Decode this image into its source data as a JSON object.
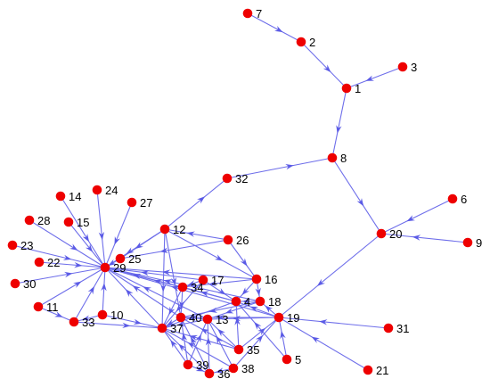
{
  "colors": {
    "node": "#ee0000",
    "edge": "#6e6eea",
    "arrow": "#5a5ae6",
    "label": "#000000",
    "background": "#ffffff"
  },
  "graph": {
    "type": "directed-network",
    "nodes": [
      {
        "id": "1",
        "label": "1"
      },
      {
        "id": "2",
        "label": "2"
      },
      {
        "id": "3",
        "label": "3"
      },
      {
        "id": "4",
        "label": "4"
      },
      {
        "id": "5",
        "label": "5"
      },
      {
        "id": "6",
        "label": "6"
      },
      {
        "id": "7",
        "label": "7"
      },
      {
        "id": "8",
        "label": "8"
      },
      {
        "id": "9",
        "label": "9"
      },
      {
        "id": "10",
        "label": "10"
      },
      {
        "id": "11",
        "label": "11"
      },
      {
        "id": "12",
        "label": "12"
      },
      {
        "id": "13",
        "label": "13"
      },
      {
        "id": "14",
        "label": "14"
      },
      {
        "id": "15",
        "label": "15"
      },
      {
        "id": "16",
        "label": "16"
      },
      {
        "id": "17",
        "label": "17"
      },
      {
        "id": "18",
        "label": "18"
      },
      {
        "id": "19",
        "label": "19"
      },
      {
        "id": "20",
        "label": "20"
      },
      {
        "id": "21",
        "label": "21"
      },
      {
        "id": "22",
        "label": "22"
      },
      {
        "id": "23",
        "label": "23"
      },
      {
        "id": "24",
        "label": "24"
      },
      {
        "id": "25",
        "label": "25"
      },
      {
        "id": "26",
        "label": "26"
      },
      {
        "id": "27",
        "label": "27"
      },
      {
        "id": "28",
        "label": "28"
      },
      {
        "id": "29",
        "label": "29"
      },
      {
        "id": "30",
        "label": "30"
      },
      {
        "id": "31",
        "label": "31"
      },
      {
        "id": "32",
        "label": "32"
      },
      {
        "id": "33",
        "label": "33"
      },
      {
        "id": "34",
        "label": "34"
      },
      {
        "id": "35",
        "label": "35"
      },
      {
        "id": "36",
        "label": "36"
      },
      {
        "id": "37",
        "label": "37"
      },
      {
        "id": "38",
        "label": "38"
      },
      {
        "id": "39",
        "label": "39"
      },
      {
        "id": "40",
        "label": "40"
      }
    ],
    "edges": [
      [
        "7",
        "2"
      ],
      [
        "2",
        "1"
      ],
      [
        "3",
        "1"
      ],
      [
        "1",
        "8"
      ],
      [
        "8",
        "20"
      ],
      [
        "6",
        "20"
      ],
      [
        "9",
        "20"
      ],
      [
        "20",
        "19"
      ],
      [
        "31",
        "19"
      ],
      [
        "21",
        "19"
      ],
      [
        "32",
        "8"
      ],
      [
        "12",
        "32"
      ],
      [
        "26",
        "12"
      ],
      [
        "26",
        "16"
      ],
      [
        "12",
        "16"
      ],
      [
        "12",
        "29"
      ],
      [
        "27",
        "29"
      ],
      [
        "24",
        "29"
      ],
      [
        "14",
        "29"
      ],
      [
        "15",
        "29"
      ],
      [
        "28",
        "29"
      ],
      [
        "23",
        "29"
      ],
      [
        "22",
        "29"
      ],
      [
        "30",
        "29"
      ],
      [
        "11",
        "29"
      ],
      [
        "33",
        "29"
      ],
      [
        "10",
        "29"
      ],
      [
        "25",
        "29"
      ],
      [
        "34",
        "29"
      ],
      [
        "17",
        "29"
      ],
      [
        "4",
        "29"
      ],
      [
        "37",
        "29"
      ],
      [
        "40",
        "29"
      ],
      [
        "13",
        "29"
      ],
      [
        "18",
        "29"
      ],
      [
        "19",
        "29"
      ],
      [
        "16",
        "29"
      ],
      [
        "12",
        "25"
      ],
      [
        "26",
        "25"
      ],
      [
        "11",
        "33"
      ],
      [
        "10",
        "33"
      ],
      [
        "33",
        "37"
      ],
      [
        "10",
        "37"
      ],
      [
        "34",
        "37"
      ],
      [
        "34",
        "40"
      ],
      [
        "17",
        "34"
      ],
      [
        "16",
        "34"
      ],
      [
        "4",
        "34"
      ],
      [
        "18",
        "4"
      ],
      [
        "19",
        "4"
      ],
      [
        "17",
        "4"
      ],
      [
        "16",
        "4"
      ],
      [
        "18",
        "40"
      ],
      [
        "19",
        "40"
      ],
      [
        "13",
        "40"
      ],
      [
        "19",
        "13"
      ],
      [
        "18",
        "13"
      ],
      [
        "5",
        "19"
      ],
      [
        "35",
        "19"
      ],
      [
        "38",
        "19"
      ],
      [
        "19",
        "18"
      ],
      [
        "16",
        "18"
      ],
      [
        "35",
        "37"
      ],
      [
        "39",
        "37"
      ],
      [
        "36",
        "37"
      ],
      [
        "38",
        "37"
      ],
      [
        "39",
        "40"
      ],
      [
        "36",
        "40"
      ],
      [
        "35",
        "40"
      ],
      [
        "38",
        "13"
      ],
      [
        "39",
        "13"
      ],
      [
        "36",
        "13"
      ],
      [
        "35",
        "4"
      ],
      [
        "5",
        "4"
      ],
      [
        "12",
        "37"
      ],
      [
        "12",
        "40"
      ],
      [
        "17",
        "37"
      ],
      [
        "13",
        "37"
      ],
      [
        "4",
        "37"
      ],
      [
        "40",
        "37"
      ],
      [
        "39",
        "36"
      ],
      [
        "38",
        "36"
      ],
      [
        "35",
        "13"
      ]
    ]
  }
}
